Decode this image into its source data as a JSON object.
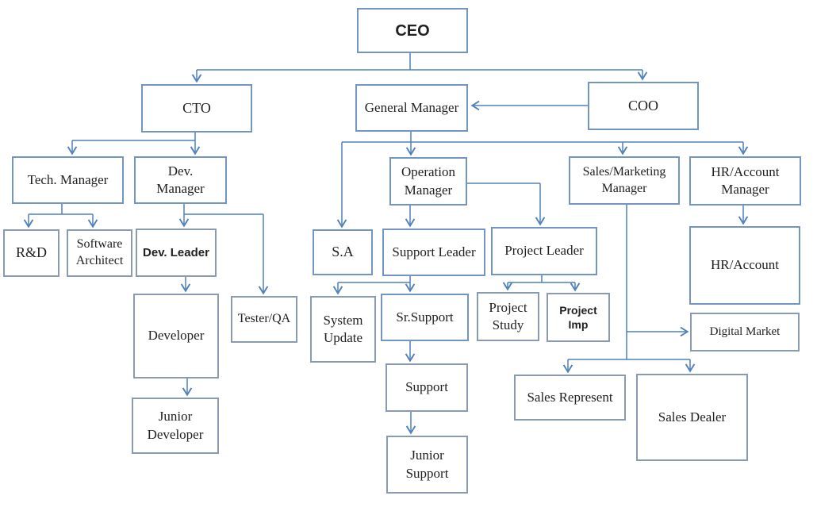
{
  "diagram": {
    "type": "org-chart",
    "colors": {
      "background": "#ffffff",
      "box_border_primary": "#7295c2",
      "box_border_muted": "#8a9bb1",
      "connector": "#4f81bd",
      "text": "#212121"
    },
    "nodes": {
      "ceo": {
        "label": [
          "CEO"
        ]
      },
      "cto": {
        "label": [
          "CTO"
        ]
      },
      "gm": {
        "label": [
          "General Manager"
        ]
      },
      "coo": {
        "label": [
          "COO"
        ]
      },
      "tech_mgr": {
        "label": [
          "Tech. Manager"
        ]
      },
      "dev_mgr": {
        "label": [
          "Dev.",
          "Manager"
        ]
      },
      "op_mgr": {
        "label": [
          "Operation",
          "Manager"
        ]
      },
      "sm_mgr": {
        "label": [
          "Sales/Marketing",
          "Manager"
        ]
      },
      "hra_mgr": {
        "label": [
          "HR/Account",
          "Manager"
        ]
      },
      "rd": {
        "label": [
          "R&D"
        ]
      },
      "sw_arch": {
        "label": [
          "Software",
          "Architect"
        ]
      },
      "dev_leader": {
        "label": [
          "Dev. Leader"
        ]
      },
      "sa": {
        "label": [
          "S.A"
        ]
      },
      "support_leader": {
        "label": [
          "Support Leader"
        ]
      },
      "project_leader": {
        "label": [
          "Project Leader"
        ]
      },
      "tester": {
        "label": [
          "Tester/QA"
        ]
      },
      "developer": {
        "label": [
          "Developer"
        ]
      },
      "sys_update": {
        "label": [
          "System",
          "Update"
        ]
      },
      "sr_support": {
        "label": [
          "Sr.Support"
        ]
      },
      "proj_study": {
        "label": [
          "Project",
          "Study"
        ]
      },
      "proj_imp": {
        "label": [
          "Project",
          "Imp"
        ]
      },
      "hr_account": {
        "label": [
          "HR/Account"
        ]
      },
      "digital_market": {
        "label": [
          "Digital Market"
        ]
      },
      "support": {
        "label": [
          "Support"
        ]
      },
      "sales_rep": {
        "label": [
          "Sales Represent"
        ]
      },
      "sales_dealer": {
        "label": [
          "Sales Dealer"
        ]
      },
      "junior_dev": {
        "label": [
          "Junior",
          "Developer"
        ]
      },
      "junior_support": {
        "label": [
          "Junior",
          "Support"
        ]
      }
    },
    "connections": [
      {
        "from": "CEO",
        "to": "CTO"
      },
      {
        "from": "CEO",
        "to": "COO"
      },
      {
        "from": "COO",
        "to": "General Manager"
      },
      {
        "from": "CTO",
        "to": "Tech. Manager"
      },
      {
        "from": "CTO",
        "to": "Dev. Manager"
      },
      {
        "from": "Tech. Manager",
        "to": "R&D"
      },
      {
        "from": "Tech. Manager",
        "to": "Software Architect"
      },
      {
        "from": "Dev. Manager",
        "to": "Dev. Leader"
      },
      {
        "from": "Dev. Manager",
        "to": "Tester/QA"
      },
      {
        "from": "Dev. Leader",
        "to": "Developer"
      },
      {
        "from": "Developer",
        "to": "Junior Developer"
      },
      {
        "from": "General Manager",
        "to": "S.A"
      },
      {
        "from": "General Manager",
        "to": "Operation Manager"
      },
      {
        "from": "General Manager",
        "to": "Sales/Marketing Manager"
      },
      {
        "from": "General Manager",
        "to": "HR/Account Manager"
      },
      {
        "from": "Operation Manager",
        "to": "Support Leader"
      },
      {
        "from": "Operation Manager",
        "to": "Project Leader"
      },
      {
        "from": "Support Leader",
        "to": "System Update"
      },
      {
        "from": "Support Leader",
        "to": "Sr.Support"
      },
      {
        "from": "Sr.Support",
        "to": "Support"
      },
      {
        "from": "Support",
        "to": "Junior Support"
      },
      {
        "from": "Project Leader",
        "to": "Project Study"
      },
      {
        "from": "Project Leader",
        "to": "Project Imp"
      },
      {
        "from": "Sales/Marketing Manager",
        "to": "Digital Market"
      },
      {
        "from": "Sales/Marketing Manager",
        "to": "Sales Represent"
      },
      {
        "from": "Sales/Marketing Manager",
        "to": "Sales Dealer"
      },
      {
        "from": "HR/Account Manager",
        "to": "HR/Account"
      }
    ]
  }
}
